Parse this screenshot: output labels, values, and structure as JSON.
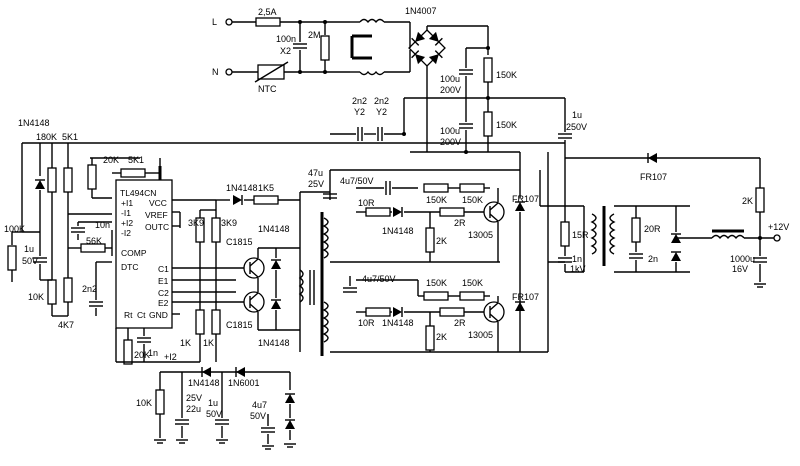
{
  "mains": {
    "live": "L",
    "neutral": "N"
  },
  "fuse": "2,5A",
  "ntc": "NTC",
  "x_cap": {
    "value": "100n",
    "class": "X2"
  },
  "r_bleed": "2M",
  "bridge": "1N4007",
  "bulk_caps": [
    {
      "value": "100u",
      "voltage": "200V"
    },
    {
      "value": "100u",
      "voltage": "200V"
    }
  ],
  "balance_res": [
    "150K",
    "150K"
  ],
  "y_caps": [
    {
      "value": "2n2",
      "class": "Y2"
    },
    {
      "value": "2n2",
      "class": "Y2"
    }
  ],
  "coupling_cap": {
    "value": "1u",
    "voltage": "250V"
  },
  "fr_diode_top": "FR107",
  "ic": {
    "name": "TL494CN",
    "pins_left": [
      "+I1",
      "-I1",
      "+I2",
      "-I2",
      "COMP",
      "DTC"
    ],
    "pins_right": [
      "VCC",
      "VREF",
      "OUTC"
    ],
    "pins_out": [
      "C1",
      "E1",
      "C2",
      "E2",
      "GND"
    ],
    "pins_bottom": [
      "Rt",
      "Ct"
    ]
  },
  "left_parts": {
    "diode": "1N4148",
    "r180k": "180K",
    "r5k1_a": "5K1",
    "r100k": "100K",
    "c1u": "1u",
    "c1u_v": "50V",
    "r20k": "20K",
    "r5k1_b": "5K1",
    "c10n": "10n",
    "r56k": "56K",
    "r10k": "10K",
    "r4k7": "4K7",
    "c2n2": "2n2",
    "c1n": "1n",
    "r20k_b": "20K"
  },
  "driver": {
    "d1": "1N4148",
    "r1k5": "1K5",
    "r3k9_a": "3K9",
    "r3k9_b": "3K9",
    "q_top": "C1815",
    "q_bot": "C1815",
    "d_top": "1N4148",
    "d_bot": "1N4148",
    "r1k_a": "1K",
    "r1k_b": "1K"
  },
  "aux": {
    "d1": "1N4148",
    "d2": "1N6001",
    "i2": "+I2",
    "r10k": "10K",
    "c22u": "22u",
    "c22u_v": "25V",
    "c1u": "1u",
    "c1u_v": "50V",
    "c4u7": "4u7",
    "c4u7_v": "50V"
  },
  "power_stage": {
    "c47u": "47u",
    "c47u_v": "25V",
    "c4u7_a": "4u7/50V",
    "c4u7_b": "4u7/50V",
    "r150k": [
      "150K",
      "150K",
      "150K",
      "150K"
    ],
    "r10r": [
      "10R",
      "10R"
    ],
    "d": [
      "1N4148",
      "1N4148"
    ],
    "r2r": [
      "2R",
      "2R"
    ],
    "r2k": [
      "2K",
      "2K"
    ],
    "q": [
      "13005",
      "13005"
    ],
    "fr": [
      "FR107",
      "FR107"
    ]
  },
  "output": {
    "r15r": "15R",
    "c1n": "1n",
    "c1n_v": "1kV",
    "r20r": "20R",
    "c2n": "2n",
    "fr_label": "FR107",
    "r2k": "2K",
    "vout": "+12V",
    "c1000u": "1000u",
    "c1000u_v": "16V"
  }
}
